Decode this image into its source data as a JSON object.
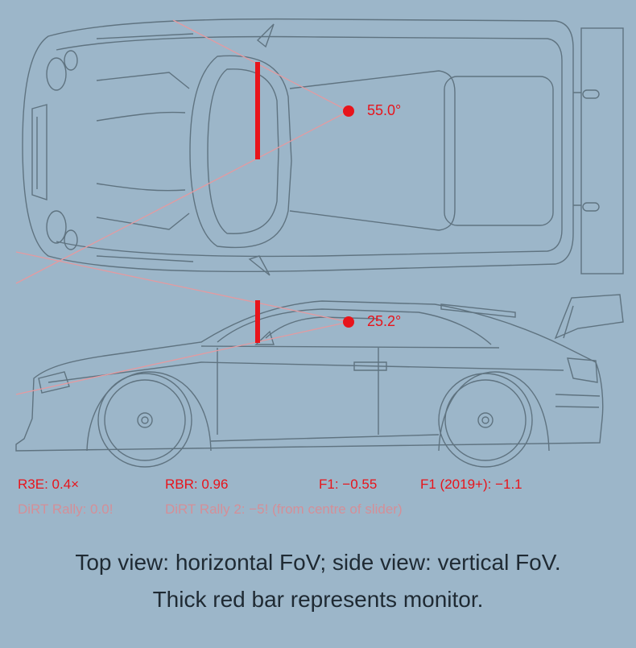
{
  "colors": {
    "background": "#9cb6c9",
    "outline": "#5f7380",
    "monitor": "#e8141b",
    "sight_line": "#e49aa0",
    "label_red": "#e8141b",
    "label_faded": "#d48f98",
    "caption": "#1f2a33"
  },
  "top_view": {
    "fov_label": "55.0°",
    "fov_deg": 55.0
  },
  "side_view": {
    "fov_label": "25.2°",
    "fov_deg": 25.2
  },
  "settings": {
    "r3e": "R3E: 0.4×",
    "rbr": "RBR: 0.96",
    "f1": "F1: −0.55",
    "f1_2019": "F1 (2019+): −1.1",
    "dirt_rally": "DiRT Rally: 0.0!",
    "dirt_rally_2": "DiRT Rally 2: −5! (from centre of slider)"
  },
  "caption": {
    "line1": "Top view: horizontal FoV; side view: vertical FoV.",
    "line2": "Thick red bar represents monitor."
  }
}
